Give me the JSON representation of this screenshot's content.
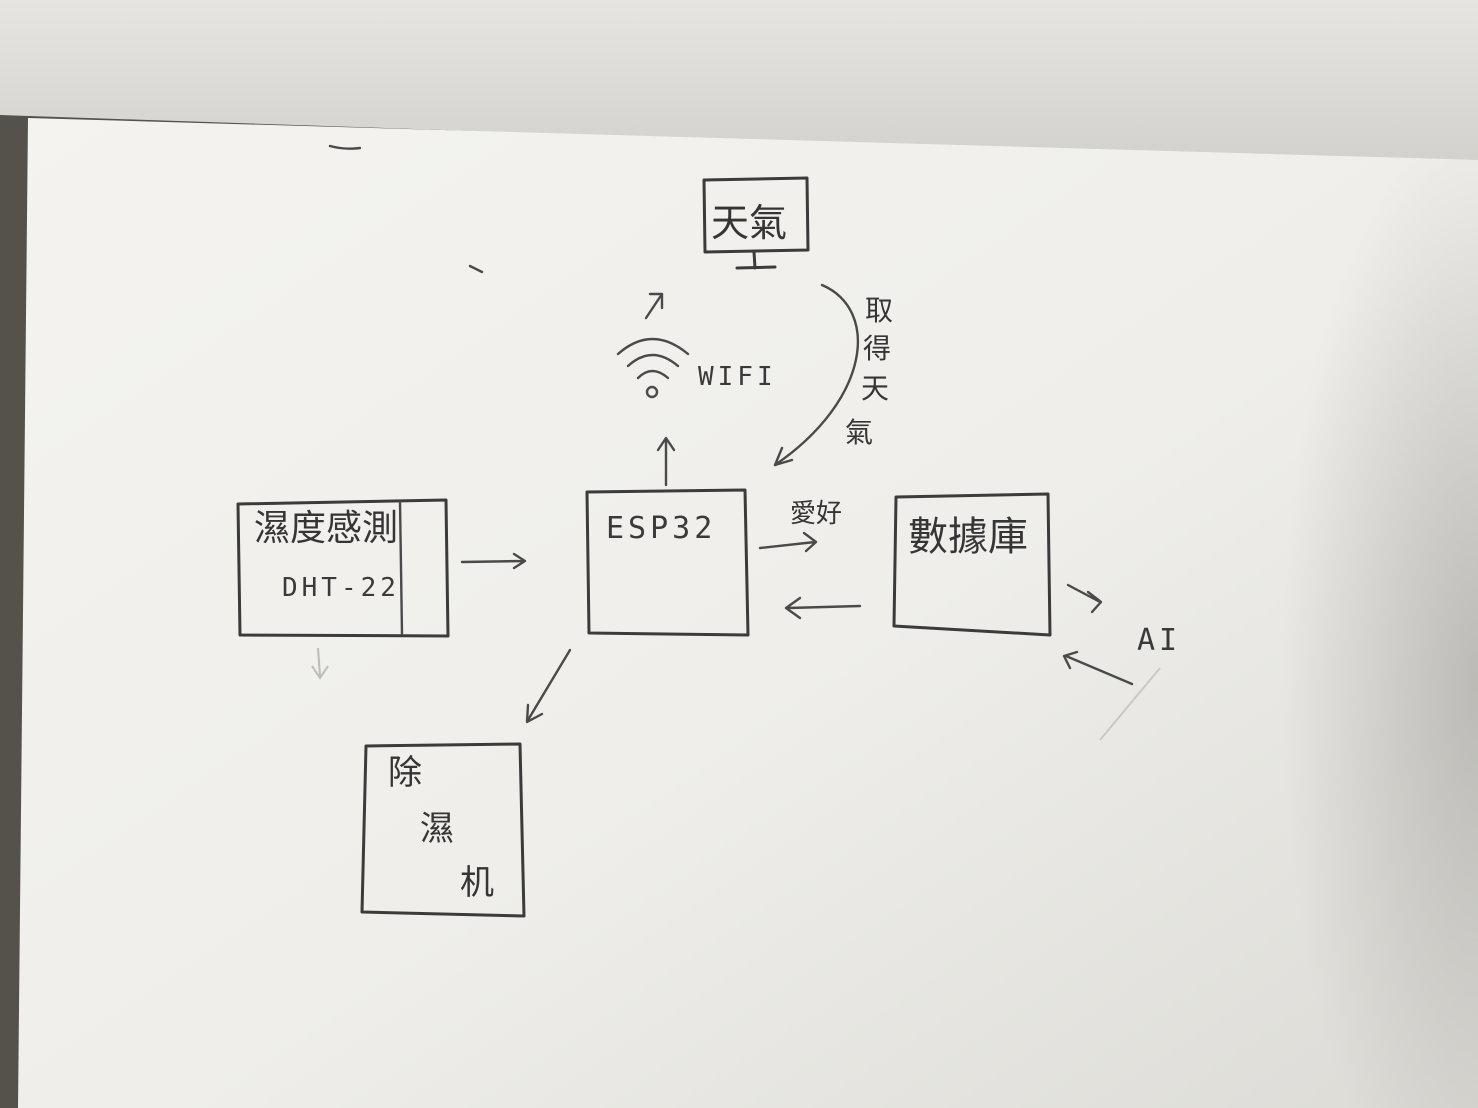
{
  "diagram": {
    "nodes": {
      "weather": {
        "label": "天氣"
      },
      "sensor": {
        "line1": "濕度感測",
        "line2": "DHT-22"
      },
      "esp32": {
        "label": "ESP32"
      },
      "database": {
        "label": "數據庫"
      },
      "dehumidifier": {
        "line1": "除",
        "line2": "濕",
        "line3": "机"
      }
    },
    "labels": {
      "wifi": "WIFI",
      "get_weather": [
        "取",
        "得",
        "天",
        "氣"
      ],
      "preference": "愛好",
      "ai": "AI"
    },
    "edges": [
      {
        "from": "sensor",
        "to": "esp32"
      },
      {
        "from": "esp32",
        "to": "wifi"
      },
      {
        "from": "weather",
        "to": "esp32",
        "label": "取得天氣"
      },
      {
        "from": "esp32",
        "to": "database",
        "label": "愛好"
      },
      {
        "from": "database",
        "to": "esp32"
      },
      {
        "from": "database",
        "to": "ai"
      },
      {
        "from": "ai",
        "to": "database"
      },
      {
        "from": "esp32",
        "to": "dehumidifier"
      }
    ]
  },
  "colors": {
    "paper": "#f1f0ec",
    "ink": "#3b3b3b",
    "background": "#3a3833"
  }
}
